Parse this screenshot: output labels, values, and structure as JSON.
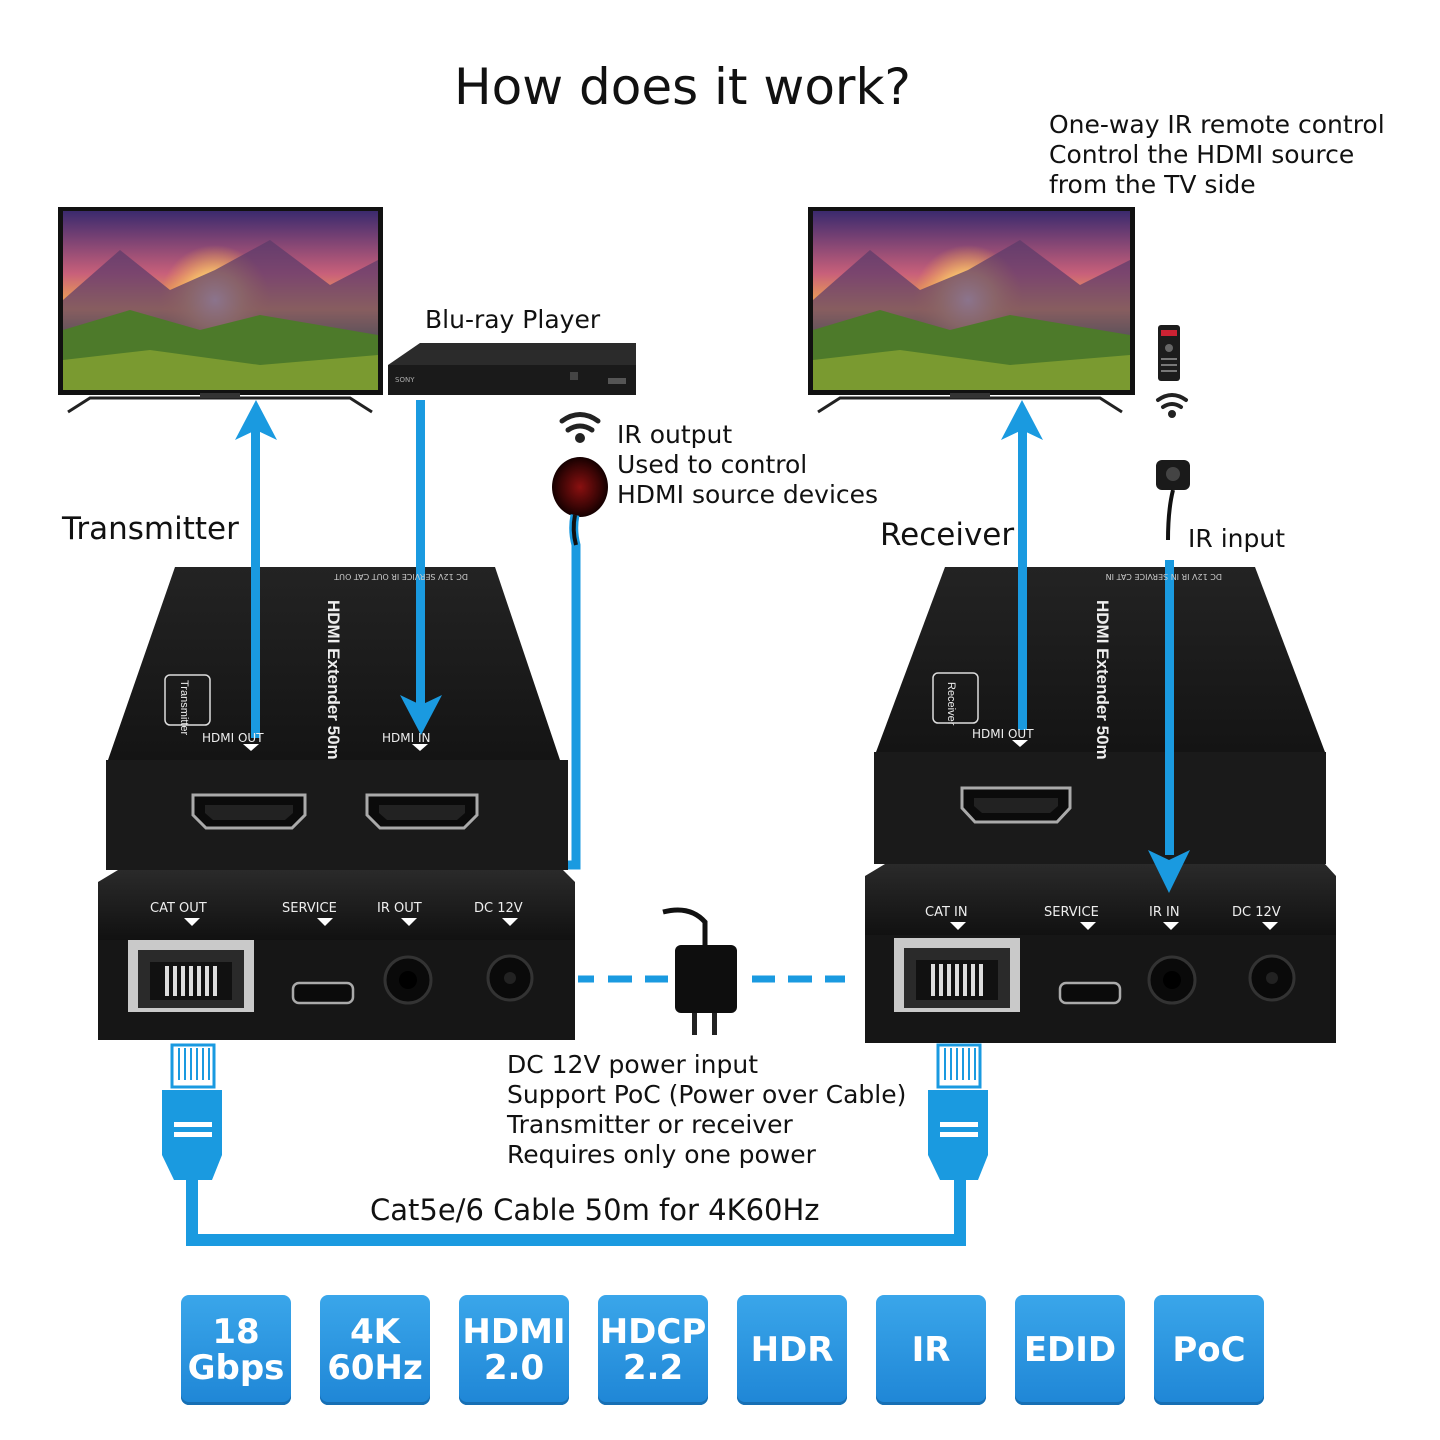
{
  "title": "How does it work?",
  "labels": {
    "blu_ray": "Blu-ray Player",
    "transmitter": "Transmitter",
    "receiver": "Receiver",
    "ir_output": [
      "IR output",
      "Used to control",
      "HDMI source devices"
    ],
    "ir_remote": [
      "One-way IR remote control",
      "Control the HDMI source",
      "from the TV side"
    ],
    "ir_input": "IR input",
    "power": [
      "DC 12V power input",
      "Support PoC (Power over Cable)",
      "Transmitter or receiver",
      "Requires only one power"
    ],
    "cable": "Cat5e/6 Cable 50m for 4K60Hz"
  },
  "devices": {
    "transmitter": {
      "model_text": "HDMI Extender 50m",
      "tag": "Transmitter",
      "top_ports": [
        "HDMI OUT",
        "HDMI IN"
      ],
      "back_ports": [
        "CAT OUT",
        "SERVICE",
        "IR OUT",
        "DC 12V"
      ],
      "rear_label": "DC 12V  SERVICE IR OUT  CAT OUT"
    },
    "receiver": {
      "model_text": "HDMI Extender 50m",
      "tag": "Receiver",
      "top_ports": [
        "HDMI OUT"
      ],
      "back_ports": [
        "CAT IN",
        "SERVICE",
        "IR IN",
        "DC 12V"
      ],
      "rear_label": "DC 12V  IR IN  SERVICE  CAT IN"
    },
    "player_brand": "SONY"
  },
  "badges": [
    {
      "line1": "18",
      "line2": "Gbps"
    },
    {
      "line1": "4K",
      "line2": "60Hz"
    },
    {
      "line1": "HDMI",
      "line2": "2.0"
    },
    {
      "line1": "HDCP",
      "line2": "2.2"
    },
    {
      "line1": "HDR",
      "line2": ""
    },
    {
      "line1": "IR",
      "line2": ""
    },
    {
      "line1": "EDID",
      "line2": ""
    },
    {
      "line1": "PoC",
      "line2": ""
    }
  ],
  "colors": {
    "accent_blue": "#1a9ae0",
    "badge_blue": "#2a93df",
    "device_black": "#1c1c1c"
  }
}
